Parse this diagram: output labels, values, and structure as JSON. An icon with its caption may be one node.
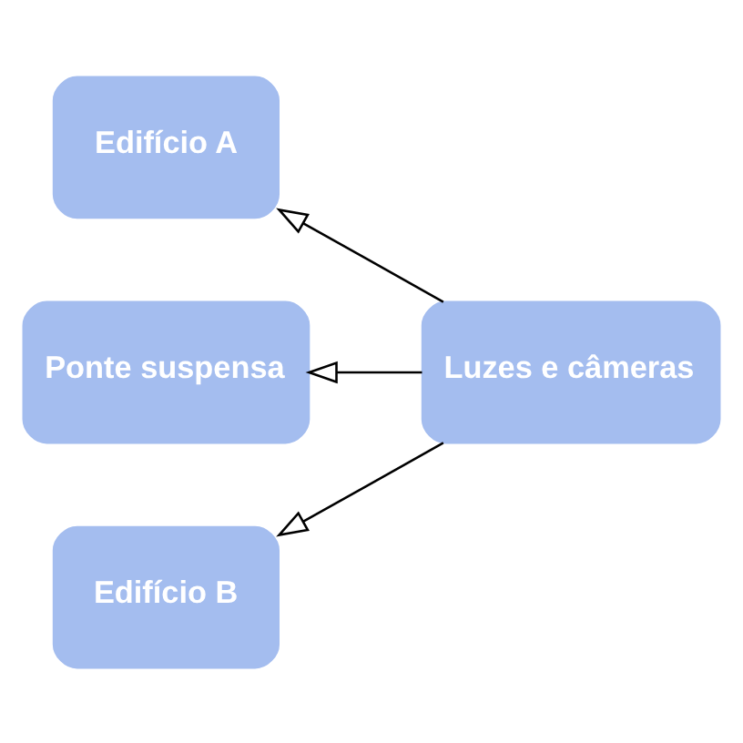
{
  "diagram": {
    "nodes": [
      {
        "text": [
          "Edifício A"
        ]
      },
      {
        "text": [
          "Ponte suspensa"
        ]
      },
      {
        "text": [
          "Luzes e câmeras"
        ]
      },
      {
        "text": [
          "Edifício B"
        ]
      }
    ],
    "edges": [
      {
        "from": 2,
        "to": 0,
        "arrow": "to"
      },
      {
        "from": 2,
        "to": 1,
        "arrow": "to"
      },
      {
        "from": 2,
        "to": 3,
        "arrow": "to"
      }
    ]
  }
}
